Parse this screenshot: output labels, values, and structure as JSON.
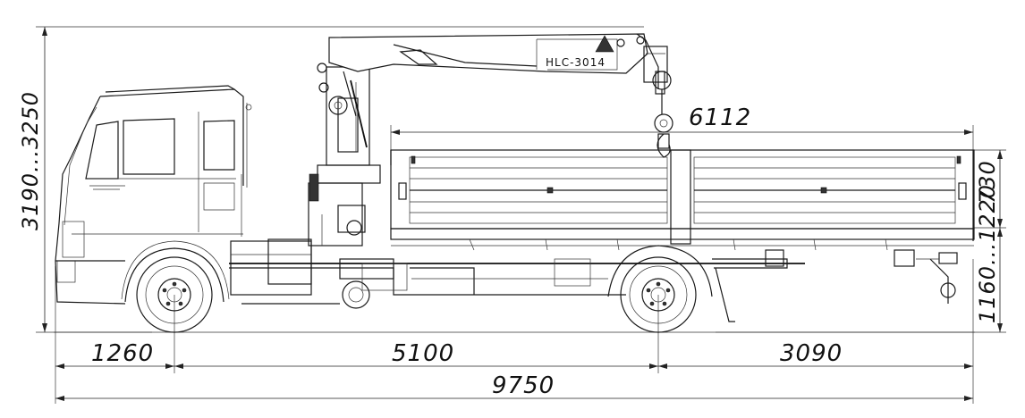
{
  "crane_model": "HLC-3014",
  "dimensions": {
    "overall_height": "3190...3250",
    "boom_reach": "6112",
    "body_side_height": "730",
    "platform_height": "1160...1220",
    "front_overhang": "1260",
    "wheelbase": "5100",
    "rear_overhang": "3090",
    "overall_length": "9750"
  },
  "colors": {
    "line": "#1a1a1a",
    "background": "#ffffff"
  }
}
